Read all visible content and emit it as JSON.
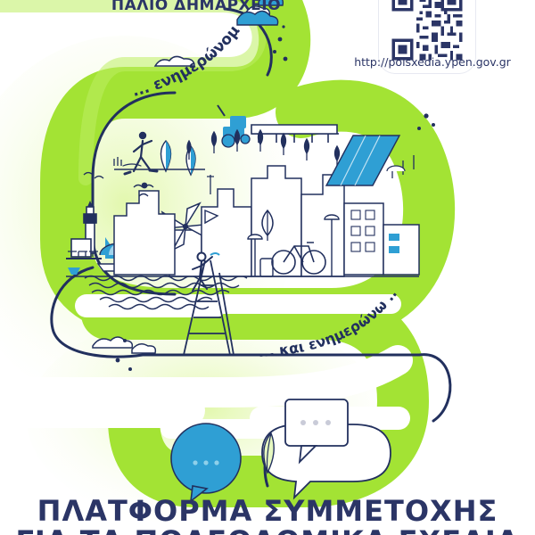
{
  "poster": {
    "top_title": "ΠΑΛΙΟ ΔΗΜΑΡΧΕΙΟ",
    "url": "http://polsxedia.ypen.gov.gr",
    "qr_label": "qr-code",
    "road_text_upper": "... ενημερώνομαι ...",
    "road_text_lower": "... και ενημερώνω ...",
    "headline_line1": "ΠΛΑΤΦΟΡΜΑ  ΣΥΜΜΕΤΟΧΗΣ",
    "headline_line2": "ΓΙΑ ΤΑ ΠΟΛΕΟΔΟΜΙΚΑ ΣΧΕΔΙΑ",
    "bubble_small_dots": "•••",
    "bubble_large_dots": "•••"
  },
  "colors": {
    "green": "#A3E334",
    "green_light": "#C6F05C",
    "navy": "#2b3566",
    "blue": "#2f9fd4",
    "blue_dark": "#1f72b8",
    "white": "#ffffff"
  },
  "illustration": {
    "scene_items": [
      "lighthouse",
      "beach-umbrellas",
      "sailboat",
      "sea-waves",
      "windmill",
      "city-skyline",
      "apartment-building",
      "bicycle",
      "tree",
      "tractor",
      "solar-panel",
      "person-walking",
      "person-on-ladder",
      "birds",
      "clouds",
      "speech-bubbles"
    ]
  }
}
